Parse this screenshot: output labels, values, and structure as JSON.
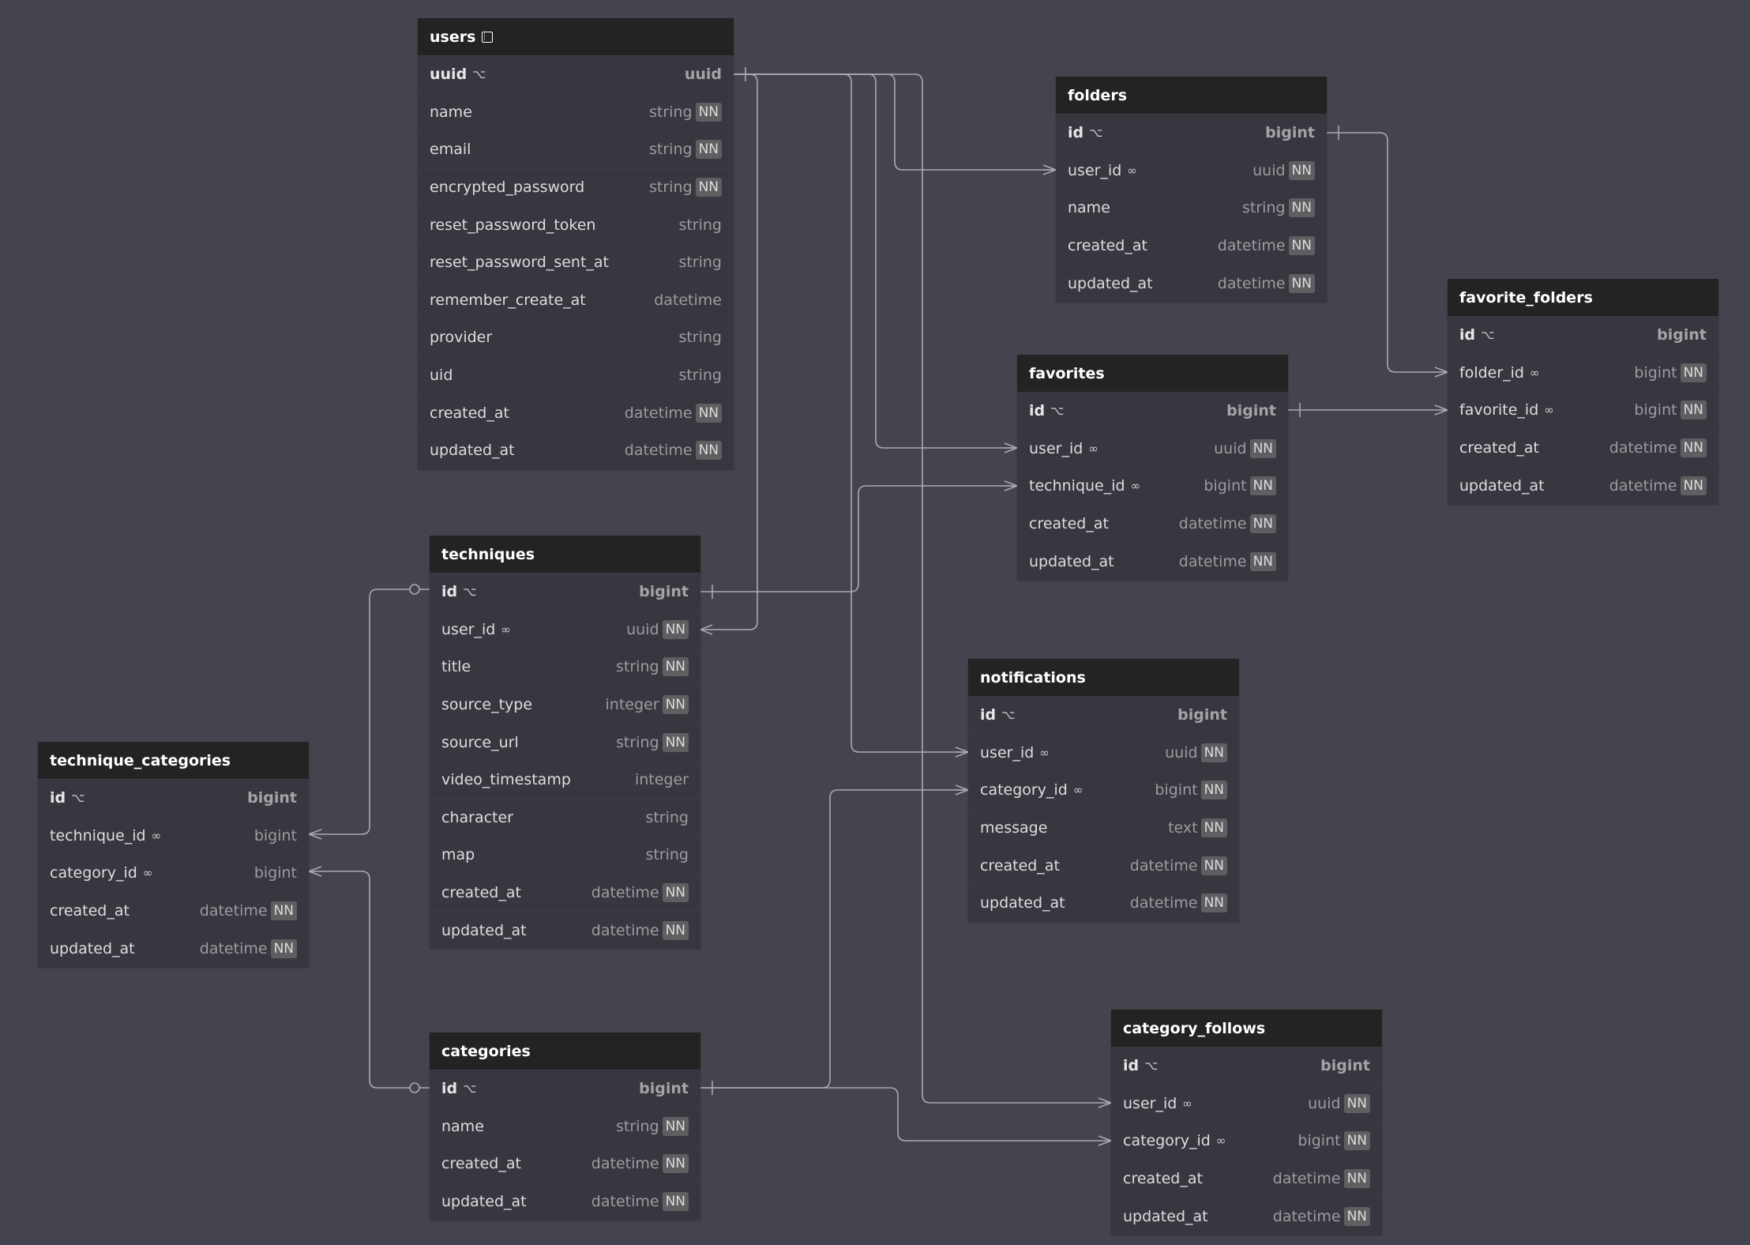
{
  "diagram": {
    "colors": {
      "background": "#44444e",
      "table_body": "#373740",
      "table_header": "#232323",
      "nn_badge": "#5f5f62",
      "link": "#a9a9b2"
    },
    "tables": {
      "users": {
        "name": "users",
        "has_note_icon": true,
        "columns": [
          {
            "name": "uuid",
            "type": "uuid",
            "pk": true,
            "nn": false
          },
          {
            "name": "name",
            "type": "string",
            "nn": true
          },
          {
            "name": "email",
            "type": "string",
            "nn": true
          },
          {
            "name": "encrypted_password",
            "type": "string",
            "nn": true
          },
          {
            "name": "reset_password_token",
            "type": "string",
            "nn": false
          },
          {
            "name": "reset_password_sent_at",
            "type": "string",
            "nn": false
          },
          {
            "name": "remember_create_at",
            "type": "datetime",
            "nn": false
          },
          {
            "name": "provider",
            "type": "string",
            "nn": false
          },
          {
            "name": "uid",
            "type": "string",
            "nn": false
          },
          {
            "name": "created_at",
            "type": "datetime",
            "nn": true
          },
          {
            "name": "updated_at",
            "type": "datetime",
            "nn": true
          }
        ]
      },
      "folders": {
        "name": "folders",
        "columns": [
          {
            "name": "id",
            "type": "bigint",
            "pk": true
          },
          {
            "name": "user_id",
            "type": "uuid",
            "fk": true,
            "nn": true
          },
          {
            "name": "name",
            "type": "string",
            "nn": true
          },
          {
            "name": "created_at",
            "type": "datetime",
            "nn": true
          },
          {
            "name": "updated_at",
            "type": "datetime",
            "nn": true
          }
        ]
      },
      "favorite_folders": {
        "name": "favorite_folders",
        "columns": [
          {
            "name": "id",
            "type": "bigint",
            "pk": true
          },
          {
            "name": "folder_id",
            "type": "bigint",
            "fk": true,
            "nn": true
          },
          {
            "name": "favorite_id",
            "type": "bigint",
            "fk": true,
            "nn": true
          },
          {
            "name": "created_at",
            "type": "datetime",
            "nn": true
          },
          {
            "name": "updated_at",
            "type": "datetime",
            "nn": true
          }
        ]
      },
      "favorites": {
        "name": "favorites",
        "columns": [
          {
            "name": "id",
            "type": "bigint",
            "pk": true
          },
          {
            "name": "user_id",
            "type": "uuid",
            "fk": true,
            "nn": true
          },
          {
            "name": "technique_id",
            "type": "bigint",
            "fk": true,
            "nn": true
          },
          {
            "name": "created_at",
            "type": "datetime",
            "nn": true
          },
          {
            "name": "updated_at",
            "type": "datetime",
            "nn": true
          }
        ]
      },
      "techniques": {
        "name": "techniques",
        "columns": [
          {
            "name": "id",
            "type": "bigint",
            "pk": true
          },
          {
            "name": "user_id",
            "type": "uuid",
            "fk": true,
            "nn": true
          },
          {
            "name": "title",
            "type": "string",
            "nn": true
          },
          {
            "name": "source_type",
            "type": "integer",
            "nn": true
          },
          {
            "name": "source_url",
            "type": "string",
            "nn": true
          },
          {
            "name": "video_timestamp",
            "type": "integer",
            "nn": false
          },
          {
            "name": "character",
            "type": "string",
            "nn": false
          },
          {
            "name": "map",
            "type": "string",
            "nn": false
          },
          {
            "name": "created_at",
            "type": "datetime",
            "nn": true
          },
          {
            "name": "updated_at",
            "type": "datetime",
            "nn": true
          }
        ]
      },
      "technique_categories": {
        "name": "technique_categories",
        "columns": [
          {
            "name": "id",
            "type": "bigint",
            "pk": true
          },
          {
            "name": "technique_id",
            "type": "bigint",
            "fk": true,
            "nn": false
          },
          {
            "name": "category_id",
            "type": "bigint",
            "fk": true,
            "nn": false
          },
          {
            "name": "created_at",
            "type": "datetime",
            "nn": true
          },
          {
            "name": "updated_at",
            "type": "datetime",
            "nn": true
          }
        ]
      },
      "notifications": {
        "name": "notifications",
        "columns": [
          {
            "name": "id",
            "type": "bigint",
            "pk": true
          },
          {
            "name": "user_id",
            "type": "uuid",
            "fk": true,
            "nn": true
          },
          {
            "name": "category_id",
            "type": "bigint",
            "fk": true,
            "nn": true
          },
          {
            "name": "message",
            "type": "text",
            "nn": true
          },
          {
            "name": "created_at",
            "type": "datetime",
            "nn": true
          },
          {
            "name": "updated_at",
            "type": "datetime",
            "nn": true
          }
        ]
      },
      "categories": {
        "name": "categories",
        "columns": [
          {
            "name": "id",
            "type": "bigint",
            "pk": true
          },
          {
            "name": "name",
            "type": "string",
            "nn": true
          },
          {
            "name": "created_at",
            "type": "datetime",
            "nn": true
          },
          {
            "name": "updated_at",
            "type": "datetime",
            "nn": true
          }
        ]
      },
      "category_follows": {
        "name": "category_follows",
        "columns": [
          {
            "name": "id",
            "type": "bigint",
            "pk": true
          },
          {
            "name": "user_id",
            "type": "uuid",
            "fk": true,
            "nn": true
          },
          {
            "name": "category_id",
            "type": "bigint",
            "fk": true,
            "nn": true
          },
          {
            "name": "created_at",
            "type": "datetime",
            "nn": true
          },
          {
            "name": "updated_at",
            "type": "datetime",
            "nn": true
          }
        ]
      }
    },
    "nn_label": "NN",
    "relationships": [
      {
        "from": "users.uuid",
        "to": "folders.user_id",
        "type": "one-to-many"
      },
      {
        "from": "users.uuid",
        "to": "favorites.user_id",
        "type": "one-to-many"
      },
      {
        "from": "users.uuid",
        "to": "techniques.user_id",
        "type": "one-to-many"
      },
      {
        "from": "users.uuid",
        "to": "notifications.user_id",
        "type": "one-to-many"
      },
      {
        "from": "users.uuid",
        "to": "category_follows.user_id",
        "type": "one-to-many"
      },
      {
        "from": "folders.id",
        "to": "favorite_folders.folder_id",
        "type": "one-to-many"
      },
      {
        "from": "favorites.id",
        "to": "favorite_folders.favorite_id",
        "type": "one-to-many"
      },
      {
        "from": "techniques.id",
        "to": "favorites.technique_id",
        "type": "one-to-many"
      },
      {
        "from": "techniques.id",
        "to": "technique_categories.technique_id",
        "type": "zero-or-one-to-many"
      },
      {
        "from": "categories.id",
        "to": "technique_categories.category_id",
        "type": "zero-or-one-to-many"
      },
      {
        "from": "categories.id",
        "to": "notifications.category_id",
        "type": "one-to-many"
      },
      {
        "from": "categories.id",
        "to": "category_follows.category_id",
        "type": "one-to-many"
      }
    ]
  }
}
